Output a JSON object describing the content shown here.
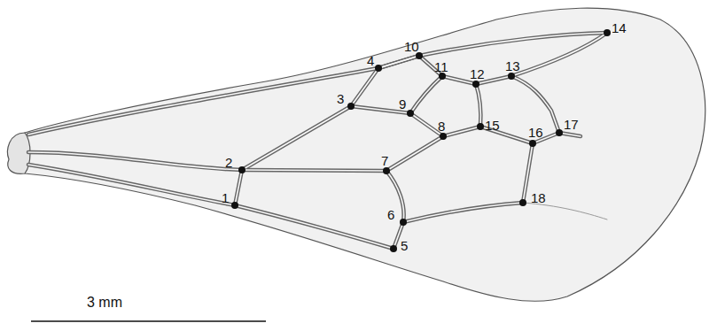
{
  "diagram": {
    "labels": [
      "1",
      "2",
      "3",
      "4",
      "5",
      "6",
      "7",
      "8",
      "9",
      "10",
      "11",
      "12",
      "13",
      "14",
      "15",
      "16",
      "17",
      "18",
      "3 mm"
    ]
  }
}
